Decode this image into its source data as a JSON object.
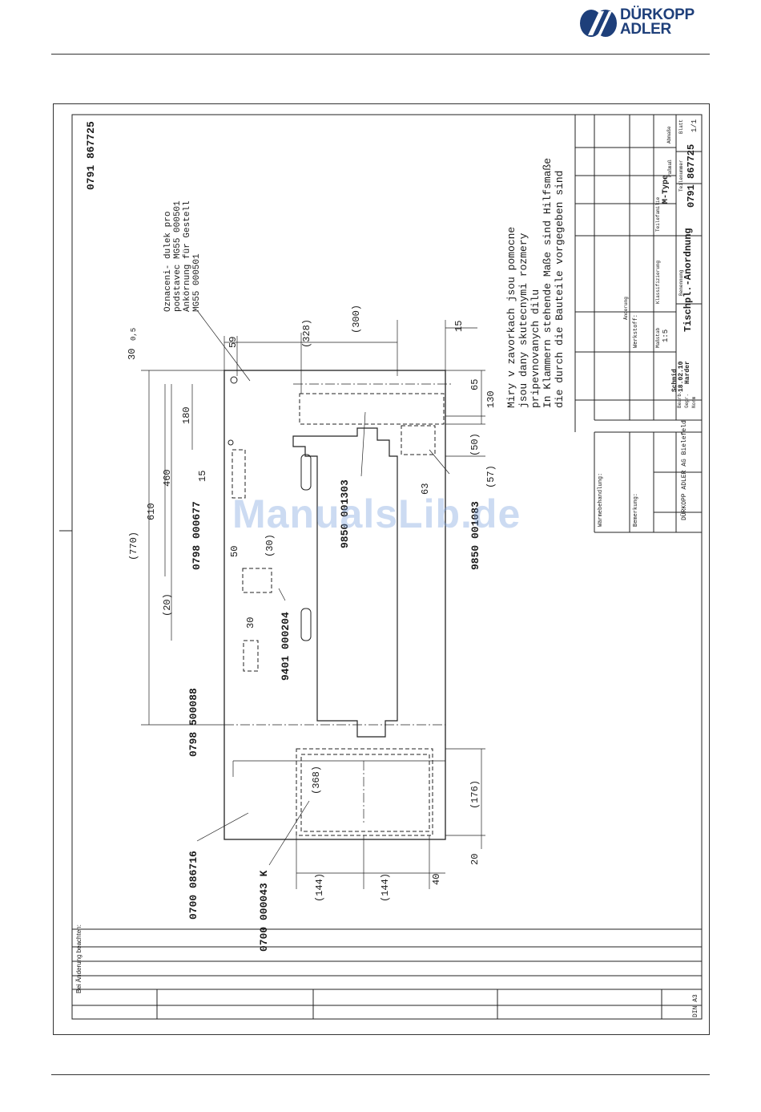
{
  "logo": {
    "line1": "DÜRKOPP",
    "line2": "ADLER",
    "brand_color": "#1e3f7a"
  },
  "drawing": {
    "doc_number": "0791 867725",
    "part_number": "0791 867725",
    "title": "Tischpl.-Anordnung",
    "type": "M-Type",
    "scale": "1:5",
    "date": "18.02.10",
    "drawn_by": "Schmid",
    "checked_by": "Harder",
    "sheet": "1/1",
    "company": "DÜRKOPP ADLER AG Bielefeld",
    "format": "DIN A3",
    "note_cz_1": "Oznaceni- dulek pro",
    "note_cz_2": "podstavec MG55 000501",
    "note_de_1": "Ankörnung für Gestell",
    "note_de_2": "MG55 000501",
    "note_dims_cz_1": "Miry v zavorkach jsou pomocne",
    "note_dims_cz_2": "jsou dany skutecnymi rozmery",
    "note_dims_cz_3": "pripevnovanych dilu",
    "note_dims_de_1": "In Klammern stehende Maße sind Hilfsmaße",
    "note_dims_de_2": "die durch die Bauteile vorgegeben sind",
    "parts": [
      "9850 001303",
      "9850 001083",
      "0798 000677",
      "9401 000204",
      "0798 500088",
      "0700 086716",
      "0700 000043 K"
    ],
    "dims": [
      "30",
      "0,5",
      "59",
      "(328)",
      "(300)",
      "15",
      "65",
      "130",
      "(50)",
      "(57)",
      "63",
      "180",
      "15",
      "460",
      "610",
      "(770)",
      "(20)",
      "50",
      "(30)",
      "30",
      "(368)",
      "(176)",
      "20",
      "(144)",
      "(144)",
      "40"
    ],
    "notice": "Bei Änderung beachten:",
    "tb_labels": [
      "Wärmebehandlung:",
      "Bemerkung:",
      "Werkstoff:",
      "Maßstab",
      "Benennung",
      "Klassifizierung",
      "Teilefamilie",
      "Paßmaß",
      "Abmaße",
      "Blatt",
      "Teilenummer",
      "Änderung",
      "Bearb.",
      "Gepr.",
      "Norm"
    ]
  },
  "watermark": "ManualsLib.de"
}
